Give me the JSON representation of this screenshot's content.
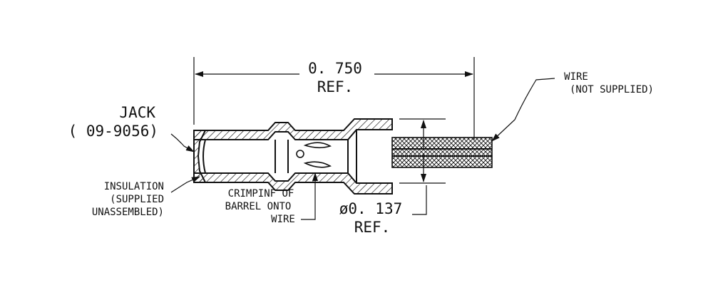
{
  "dimensions": {
    "length_value": "0. 750",
    "length_ref": "REF.",
    "diameter_value": "ø0. 137",
    "diameter_ref": "REF."
  },
  "labels": {
    "jack_line1": "JACK",
    "jack_line2": "( 09-9056)",
    "insulation_line1": "INSULATION",
    "insulation_line2": "(SUPPLIED",
    "insulation_line3": "UNASSEMBLED)",
    "crimp_line1": "CRIMPINF OF",
    "crimp_line2": "BARREL ONTO",
    "crimp_line3": "WIRE",
    "wire_line1": "WIRE",
    "wire_line2": "(NOT SUPPLIED)"
  },
  "colors": {
    "ink": "#111111",
    "background": "#ffffff"
  }
}
